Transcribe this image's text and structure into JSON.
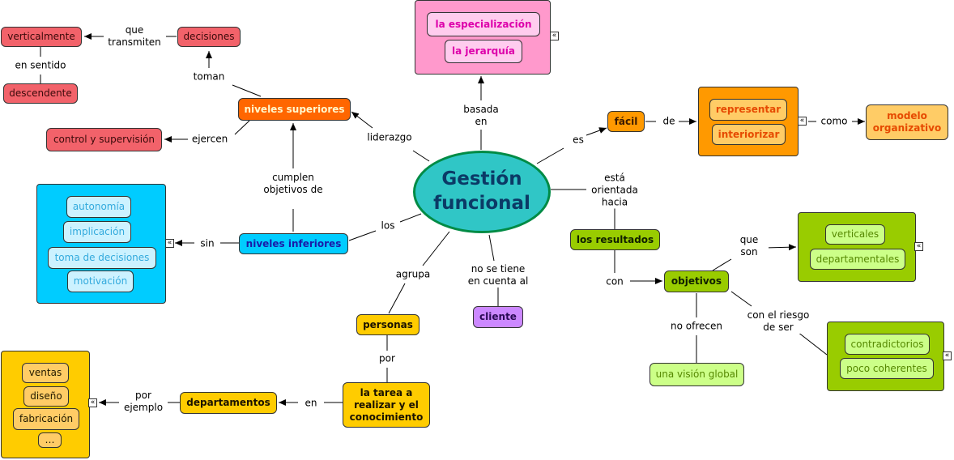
{
  "central": "Gestión funcional",
  "nodes": {
    "niveles_superiores": "niveles superiores",
    "niveles_inferiores": "niveles inferiores",
    "decisiones": "decisiones",
    "verticalmente": "verticalmente",
    "descendente": "descendente",
    "control": "control y supervisión",
    "facil": "fácil",
    "modelo": "modelo organizativo",
    "los_resultados": "los resultados",
    "objetivos": "objetivos",
    "vision_global": "una visión global",
    "cliente": "cliente",
    "personas": "personas",
    "tarea": "la tarea a realizar y el conocimiento",
    "departamentos": "departamentos"
  },
  "groups": {
    "basada": [
      "la especialización",
      "la jerarquía"
    ],
    "facil_de": [
      "representar",
      "interiorizar"
    ],
    "sin": [
      "autonomía",
      "implicación",
      "toma de decisiones",
      "motivación"
    ],
    "ejemplo": [
      "ventas",
      "diseño",
      "fabricación",
      "…"
    ],
    "que_son": [
      "verticales",
      "departamentales"
    ],
    "riesgo": [
      "contradictorios",
      "poco coherentes"
    ]
  },
  "links": {
    "que_transmiten": "que transmiten",
    "en_sentido": "en sentido",
    "toman": "toman",
    "ejercen": "ejercen",
    "liderazgo": "liderazgo",
    "cumplen": "cumplen objetivos de",
    "basada_en": "basada en",
    "es": "es",
    "de": "de",
    "como": "como",
    "esta_orientada": "está orientada hacia",
    "sin": "sin",
    "los": "los",
    "agrupa": "agrupa",
    "no_se_tiene": "no se tiene en cuenta al",
    "con": "con",
    "que_son": "que son",
    "no_ofrecen": "no ofrecen",
    "con_el_riesgo": "con el riesgo de ser",
    "por": "por",
    "en": "en",
    "por_ejemplo": "por ejemplo"
  },
  "collapse_glyph": "«",
  "colors": {
    "central_fill": "#30c6c6",
    "central_border": "#008b45",
    "red": "#f2626a",
    "orange": "#ff6600",
    "light_orange": "#ff9900",
    "yellow": "#ffcc00",
    "green": "#99cc00",
    "blue": "#00ccff",
    "pink": "#ff99cc",
    "purple": "#cc88ff"
  }
}
